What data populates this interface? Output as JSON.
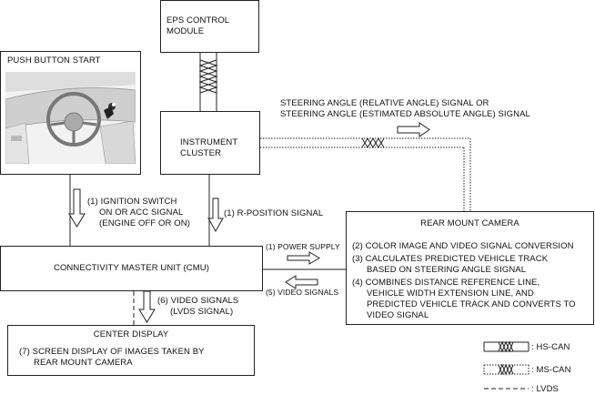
{
  "eps": {
    "line1": "EPS CONTROL",
    "line2": "MODULE"
  },
  "push_button": {
    "title": "PUSH BUTTON START"
  },
  "instrument": {
    "line1": "INSTRUMENT",
    "line2": "CLUSTER"
  },
  "steering_signal": {
    "line1": "STEERING ANGLE (RELATIVE ANGLE) SIGNAL OR",
    "line2": "STEERING ANGLE (ESTIMATED ABSOLUTE ANGLE) SIGNAL"
  },
  "ignition": {
    "line1": "(1) IGNITION SWITCH",
    "line2": "ON OR ACC SIGNAL",
    "line3": "(ENGINE OFF OR ON)"
  },
  "r_position": {
    "label": "(1) R-POSITION SIGNAL"
  },
  "rear_camera": {
    "title": "REAR MOUNT CAMERA",
    "item2": "(2)  COLOR IMAGE AND VIDEO SIGNAL CONVERSION",
    "item3_line1": "(3)  CALCULATES PREDICTED VEHICLE TRACK",
    "item3_line2": "BASED ON STEERING ANGLE SIGNAL",
    "item4_line1": "(4)  COMBINES DISTANCE REFERENCE LINE,",
    "item4_line2": "VEHICLE WIDTH EXTENSION LINE, AND",
    "item4_line3": "PREDICTED VEHICLE TRACK AND CONVERTS TO",
    "item4_line4": "VIDEO SIGNAL"
  },
  "power_supply": {
    "label": "(1) POWER SUPPLY"
  },
  "video_signals_right": {
    "label": "(5) VIDEO SIGNALS"
  },
  "cmu": {
    "label": "CONNECTIVITY MASTER UNIT (CMU)"
  },
  "video_signals_down": {
    "line1": "(6) VIDEO SIGNALS",
    "line2": "(LVDS SIGNAL)"
  },
  "center_display": {
    "title": "CENTER DISPLAY",
    "item7_line1": "(7)  SCREEN DISPLAY OF IMAGES TAKEN BY",
    "item7_line2": "REAR MOUNT CAMERA"
  },
  "legend": {
    "hs_can": ": HS-CAN",
    "ms_can": ": MS-CAN",
    "lvds": ": LVDS"
  }
}
